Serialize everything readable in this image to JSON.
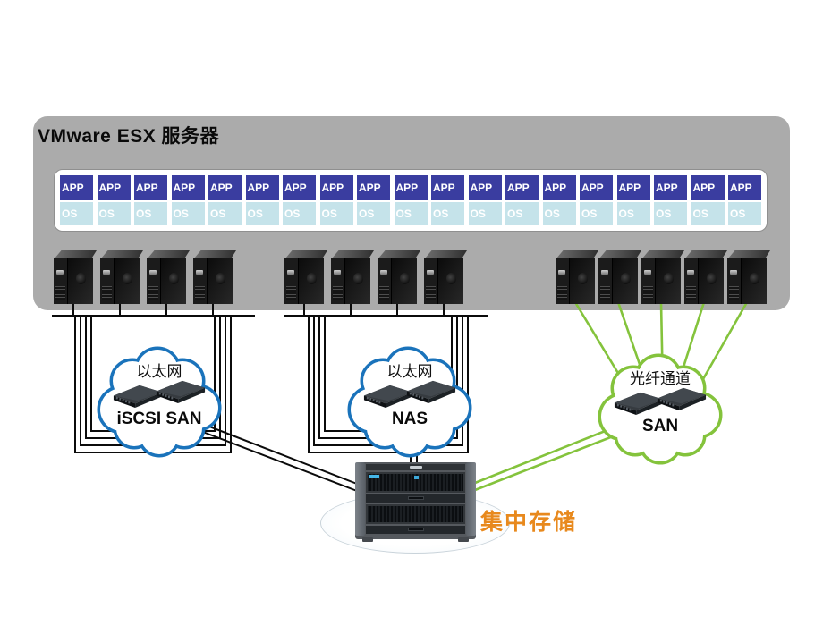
{
  "title": "VMware ESX 服务器",
  "vm_strip": {
    "count": 19,
    "app_label": "APP",
    "os_label": "OS"
  },
  "server_groups": [
    {
      "count": 4
    },
    {
      "count": 4
    },
    {
      "count": 5
    }
  ],
  "clouds": [
    {
      "id": "iscsi",
      "top_label": "以太网",
      "bottom_label": "iSCSI SAN",
      "border_color": "#1a73bb"
    },
    {
      "id": "nas",
      "top_label": "以太网",
      "bottom_label": "NAS",
      "border_color": "#1a73bb"
    },
    {
      "id": "fc",
      "top_label": "光纤通道",
      "bottom_label": "SAN",
      "border_color": "#84c33c"
    }
  ],
  "storage": {
    "label": "集中存储",
    "label_color": "#e8891d"
  },
  "colors": {
    "panel_gray": "#ababab",
    "app_blue": "#3a3da0",
    "os_cyan": "#c5e3ea",
    "cloud_blue": "#1a73bb",
    "fc_green": "#84c33c",
    "wire_black": "#0b0b0b",
    "storage_label_orange": "#e8891d"
  }
}
